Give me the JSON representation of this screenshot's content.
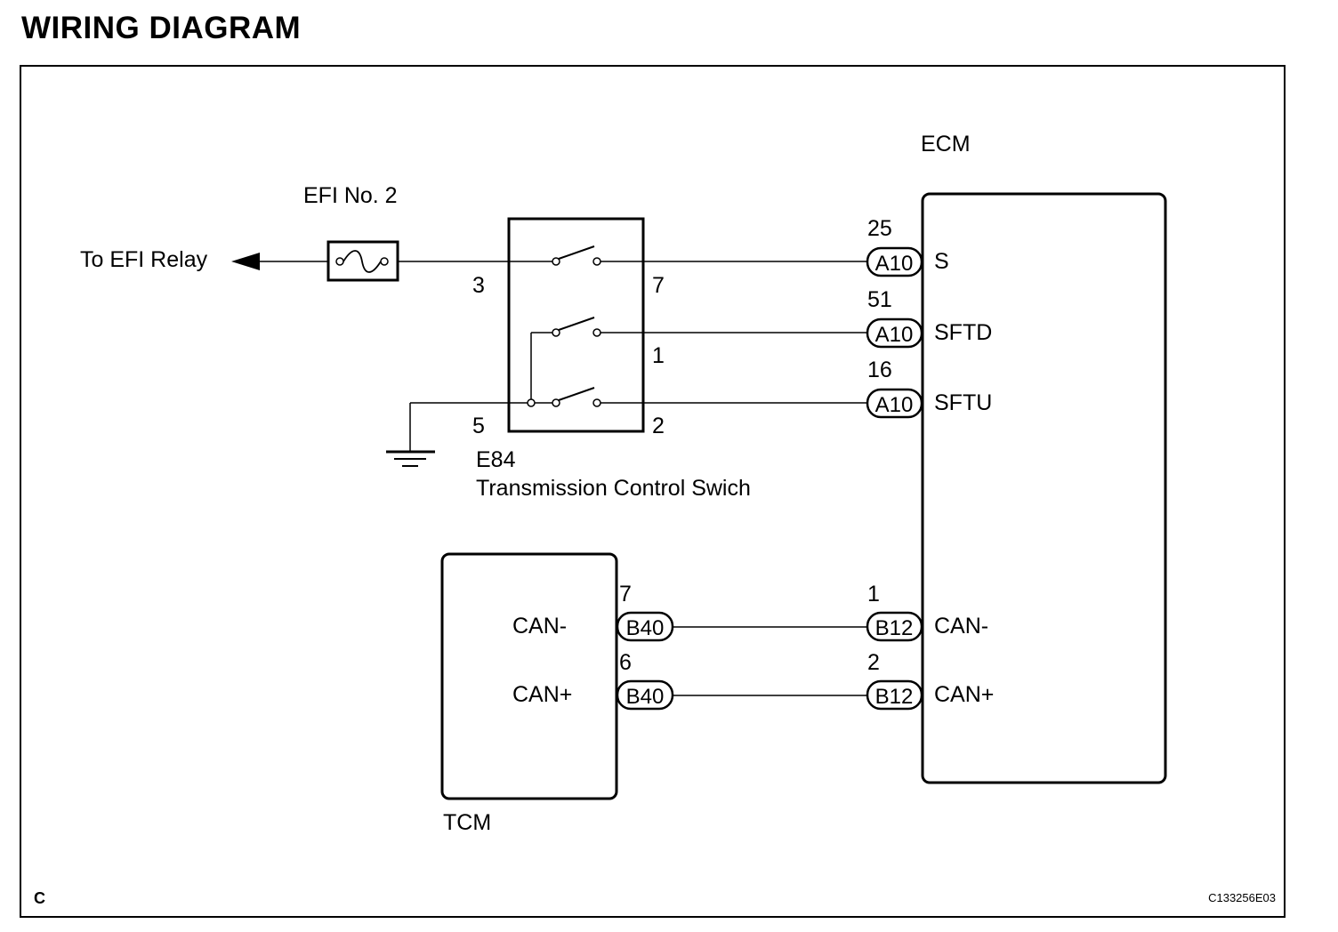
{
  "title": "WIRING DIAGRAM",
  "fuse": {
    "name": "EFI No. 2"
  },
  "relay_label": "To EFI Relay",
  "switch": {
    "code": "E84",
    "name": "Transmission Control Swich",
    "pins": {
      "p3": "3",
      "p7": "7",
      "p1": "1",
      "p5": "5",
      "p2": "2"
    }
  },
  "ecm": {
    "name": "ECM",
    "terminals": [
      {
        "pin": "25",
        "connector": "A10",
        "signal": "S"
      },
      {
        "pin": "51",
        "connector": "A10",
        "signal": "SFTD"
      },
      {
        "pin": "16",
        "connector": "A10",
        "signal": "SFTU"
      },
      {
        "pin": "1",
        "connector": "B12",
        "signal": "CAN-"
      },
      {
        "pin": "2",
        "connector": "B12",
        "signal": "CAN+"
      }
    ]
  },
  "tcm": {
    "name": "TCM",
    "terminals": [
      {
        "pin": "7",
        "connector": "B40",
        "signal": "CAN-"
      },
      {
        "pin": "6",
        "connector": "B40",
        "signal": "CAN+"
      }
    ]
  },
  "corner_letter": "C",
  "figure_id": "C133256E03"
}
